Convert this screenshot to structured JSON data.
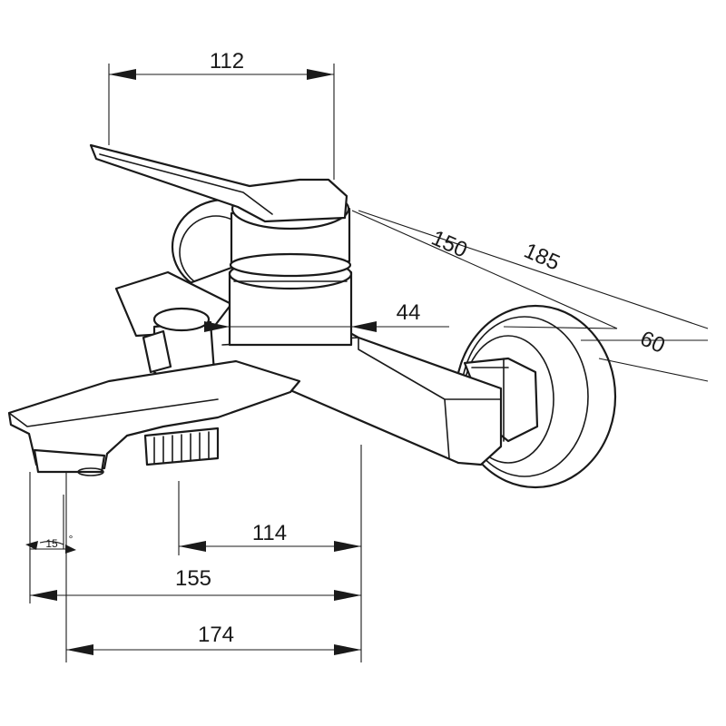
{
  "drawing": {
    "dimensions": {
      "lever_length": "112",
      "wall_depth_1": "150",
      "wall_depth_2": "185",
      "body_diameter": "44",
      "flange_thickness": "60",
      "outlet_offset": "114",
      "spout_155": "155",
      "spout_174": "174",
      "spout_angle": "15",
      "degree_symbol": "°"
    }
  }
}
